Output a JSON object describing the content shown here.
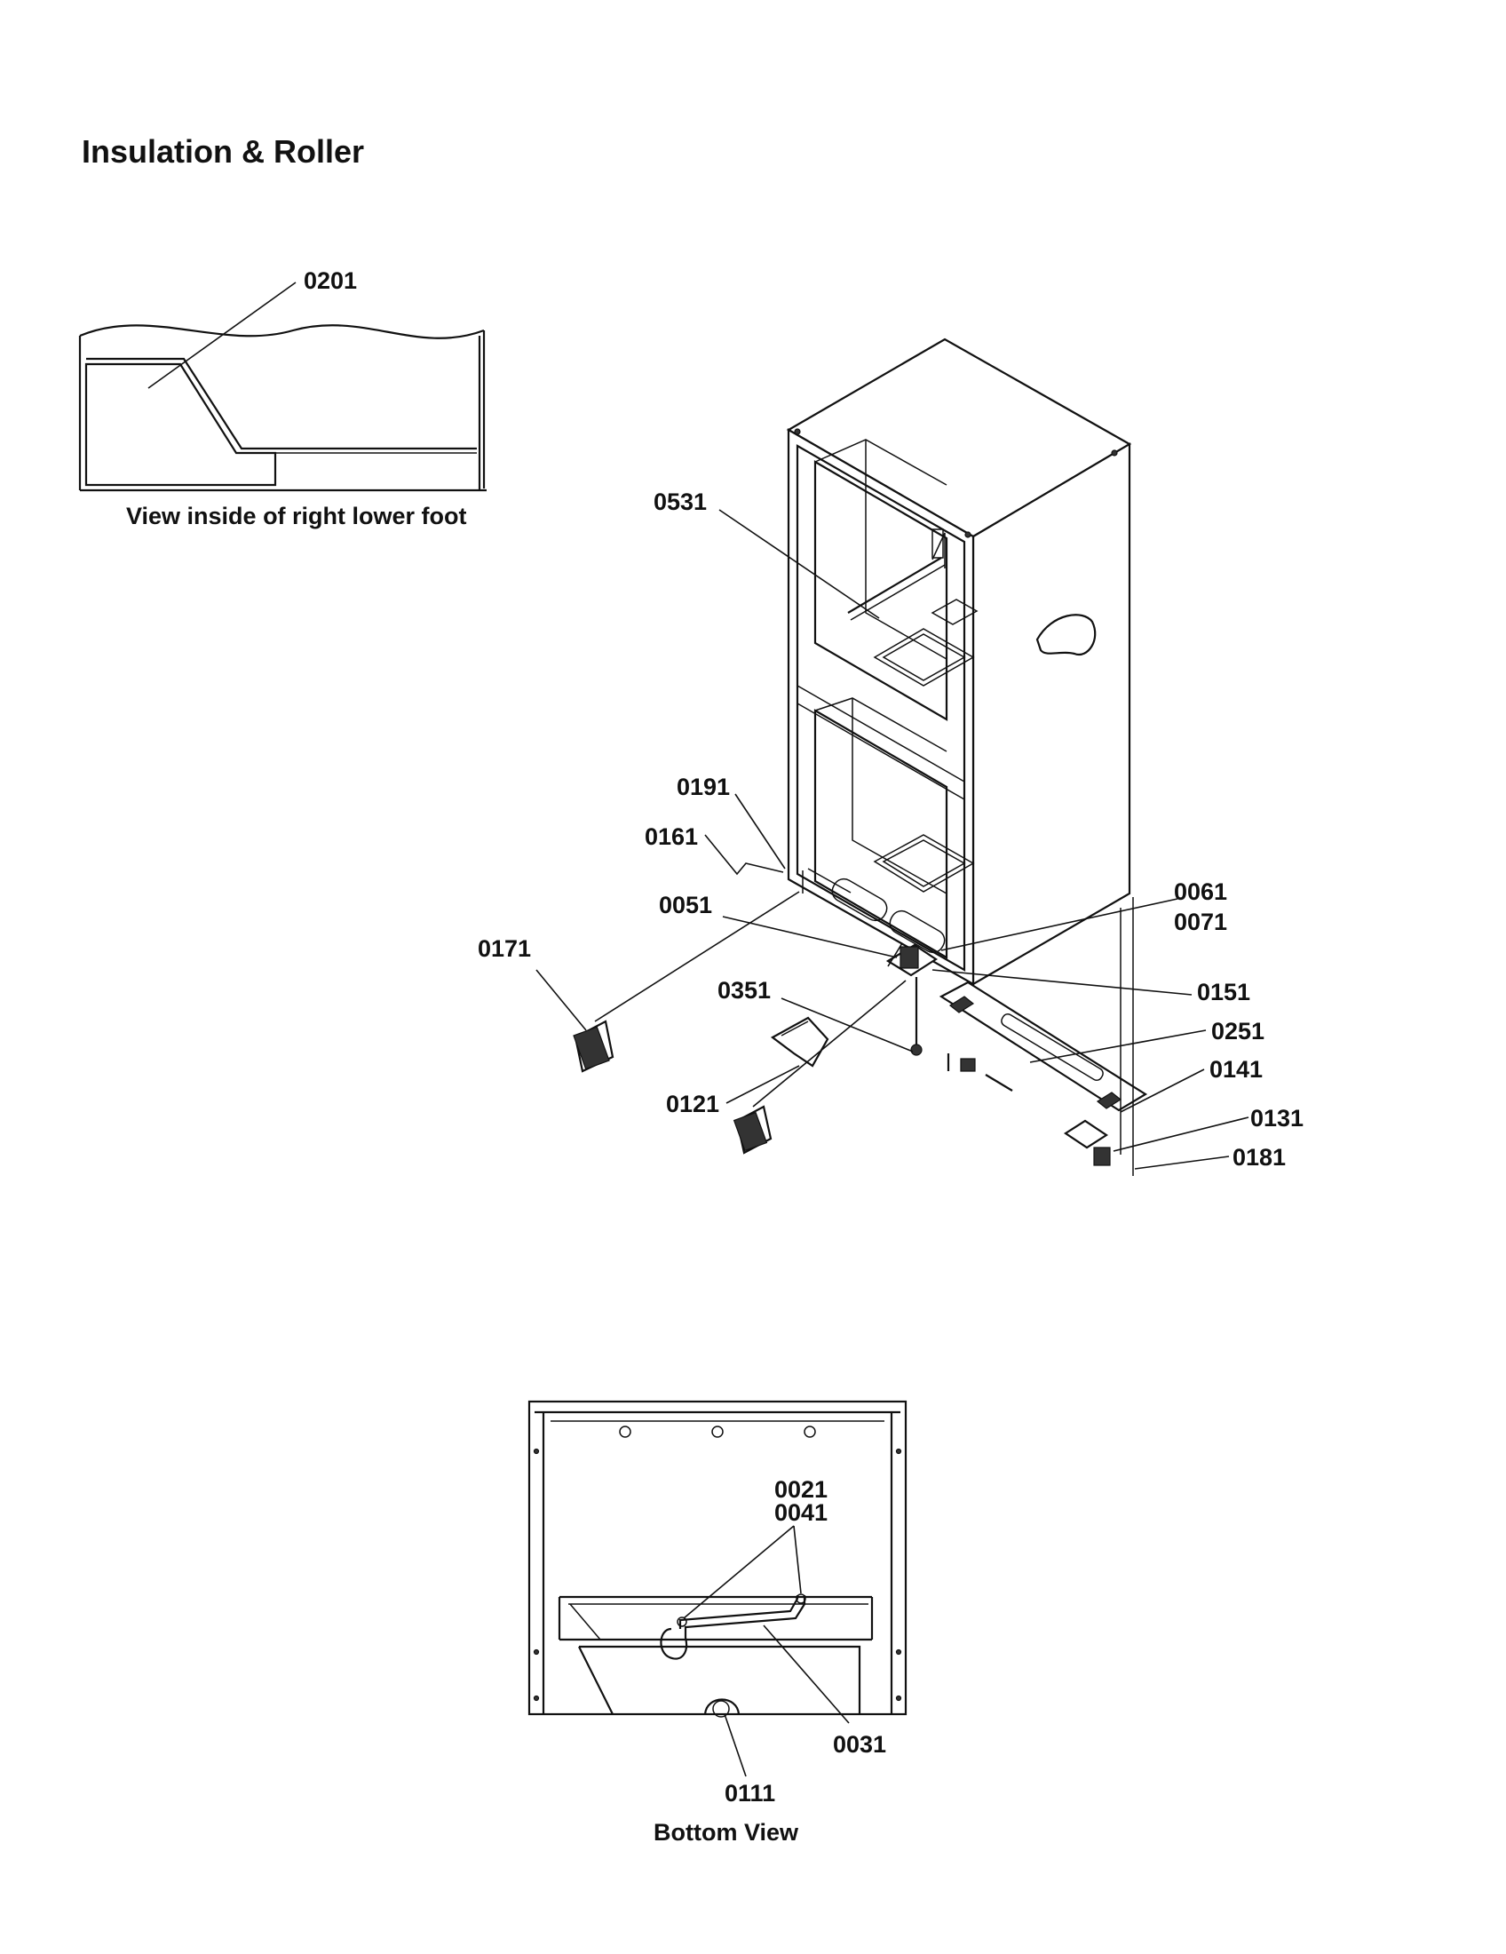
{
  "title": "Insulation & Roller",
  "captions": {
    "inset": "View inside of right lower foot",
    "bottom": "Bottom View"
  },
  "parts": {
    "p0201": "0201",
    "p0531": "0531",
    "p0191": "0191",
    "p0161": "0161",
    "p0051": "0051",
    "p0171": "0171",
    "p0061": "0061",
    "p0071": "0071",
    "p0151": "0151",
    "p0351": "0351",
    "p0251": "0251",
    "p0141": "0141",
    "p0121": "0121",
    "p0131": "0131",
    "p0181": "0181",
    "p0021": "0021",
    "p0041": "0041",
    "p0031": "0031",
    "p0111": "0111"
  }
}
